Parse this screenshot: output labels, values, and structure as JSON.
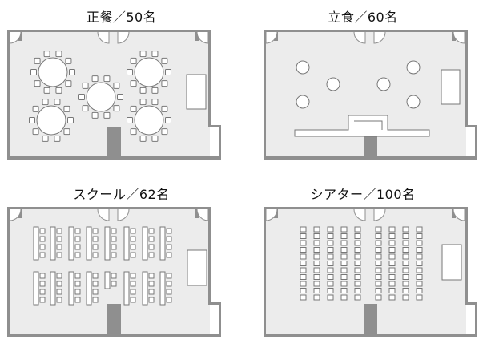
{
  "layouts": [
    {
      "id": "dinner",
      "title": "正餐／50名"
    },
    {
      "id": "standing",
      "title": "立食／60名"
    },
    {
      "id": "school",
      "title": "スクール／62名"
    },
    {
      "id": "theater",
      "title": "シアター／100名"
    }
  ],
  "colors": {
    "floor": "#ececec",
    "wall": "#8f8f8f",
    "furniture_fill": "#ffffff",
    "furniture_stroke": "#777777",
    "text": "#111111"
  }
}
